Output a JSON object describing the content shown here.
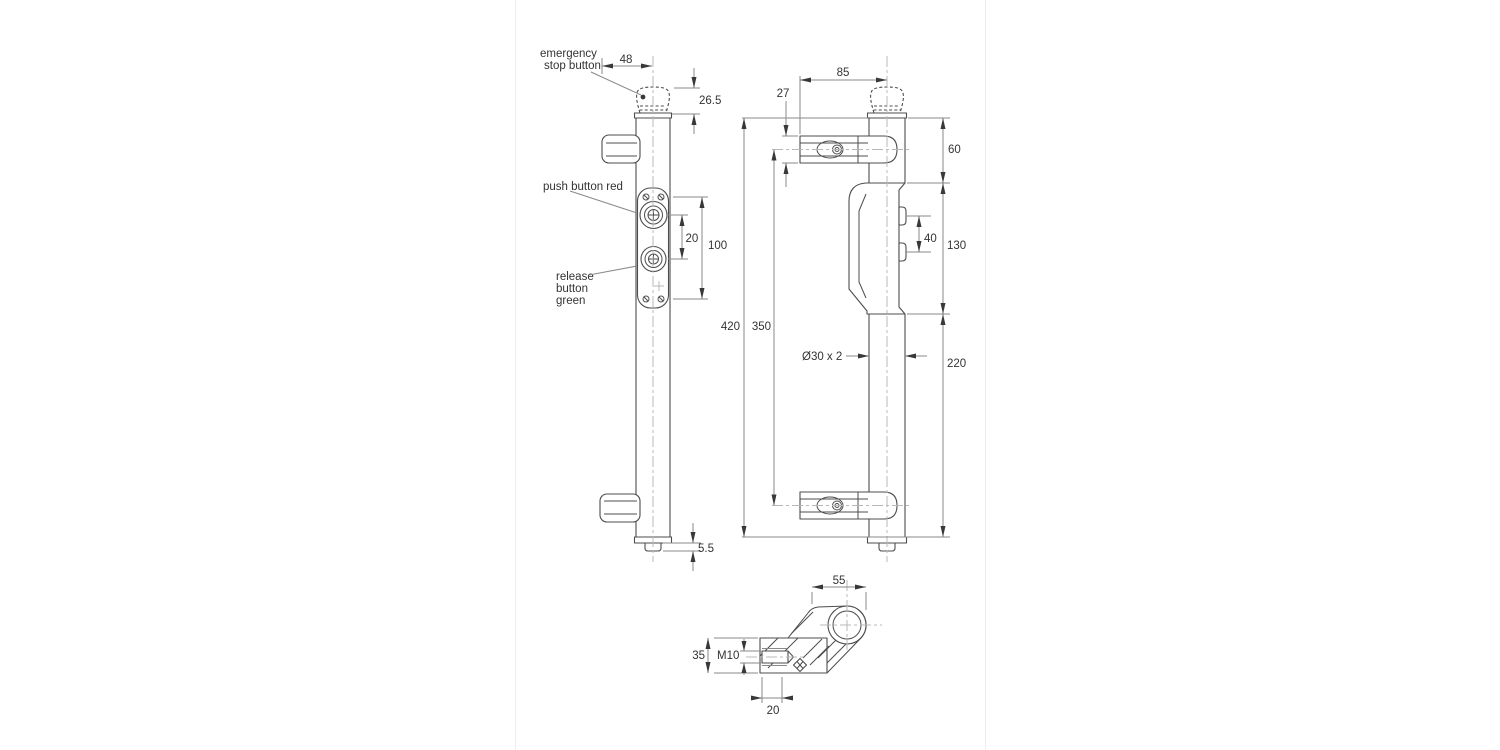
{
  "colors": {
    "background": "#ffffff",
    "part_outline": "#4d4d4d",
    "dimension_line": "#8a8a8a",
    "arrow": "#383838",
    "text": "#333333",
    "centerline": "#b8b8b8",
    "page_frame": "#ededed"
  },
  "front_view": {
    "callouts": {
      "emergency_l1": "emergency",
      "emergency_l2": "stop button",
      "push": "push button red",
      "release_l1": "release",
      "release_l2": "button",
      "release_l3": "green"
    },
    "dims": {
      "top_width": "48",
      "mushroom_height": "26.5",
      "button_pitch": "20",
      "plate_screw_pitch": "100",
      "end_pin": "5.5"
    }
  },
  "side_view": {
    "dims": {
      "bracket_reach": "85",
      "bracket_arm_height": "27",
      "upper_section": "60",
      "button_pitch": "40",
      "housing_section": "130",
      "overall": "420",
      "bracket_pitch": "350",
      "tube": "Ø30 x 2",
      "lower_section": "220"
    }
  },
  "detail_view": {
    "dims": {
      "arm_width": "55",
      "block_height": "35",
      "thread": "M10",
      "hole_offset": "20"
    }
  }
}
